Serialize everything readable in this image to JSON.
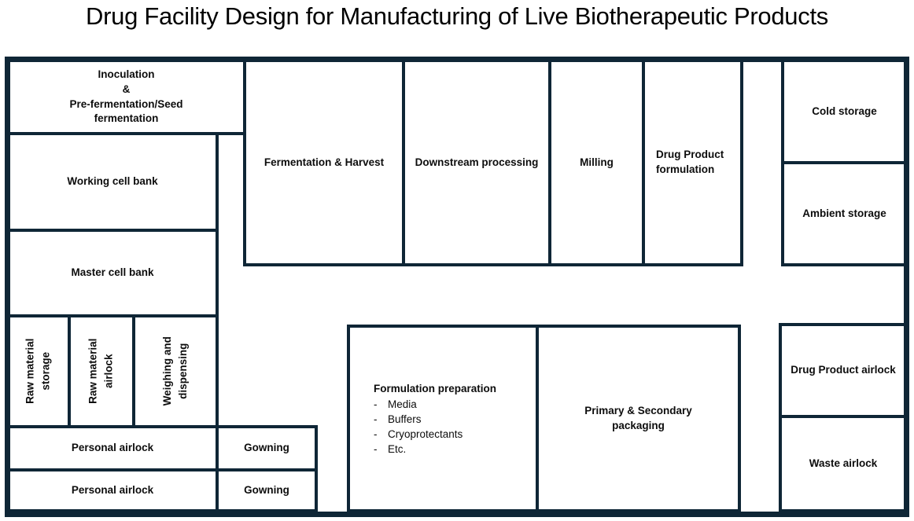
{
  "title": "Drug Facility Design for Manufacturing of Live Biotherapeutic Products",
  "colors": {
    "wall": "#0f2636",
    "text": "#0d0d0d",
    "background": "#ffffff"
  },
  "rooms": {
    "inoculation": {
      "label": "Inoculation\n&\nPre-fermentation/Seed\nfermentation"
    },
    "working_cell_bank": {
      "label": "Working cell bank"
    },
    "master_cell_bank": {
      "label": "Master cell bank"
    },
    "raw_material_storage": {
      "label": "Raw material\nstorage"
    },
    "raw_material_airlock": {
      "label": "Raw material\nairlock"
    },
    "weighing_dispensing": {
      "label": "Weighing and\ndispensing"
    },
    "personal_airlock_1": {
      "label": "Personal airlock"
    },
    "gowning_1": {
      "label": "Gowning"
    },
    "personal_airlock_2": {
      "label": "Personal airlock"
    },
    "gowning_2": {
      "label": "Gowning"
    },
    "fermentation_harvest": {
      "label": "Fermentation & Harvest"
    },
    "downstream_processing": {
      "label": "Downstream processing"
    },
    "milling": {
      "label": "Milling"
    },
    "drug_product_formulation": {
      "label": "Drug Product\nformulation"
    },
    "cold_storage": {
      "label": "Cold storage"
    },
    "ambient_storage": {
      "label": "Ambient storage"
    },
    "formulation_preparation": {
      "title": "Formulation preparation",
      "bullet": "-",
      "items": [
        "Media",
        "Buffers",
        "Cryoprotectants",
        "Etc."
      ]
    },
    "primary_secondary_packaging": {
      "label": "Primary & Secondary\npackaging"
    },
    "drug_product_airlock": {
      "label": "Drug Product airlock"
    },
    "waste_airlock": {
      "label": "Waste airlock"
    }
  }
}
